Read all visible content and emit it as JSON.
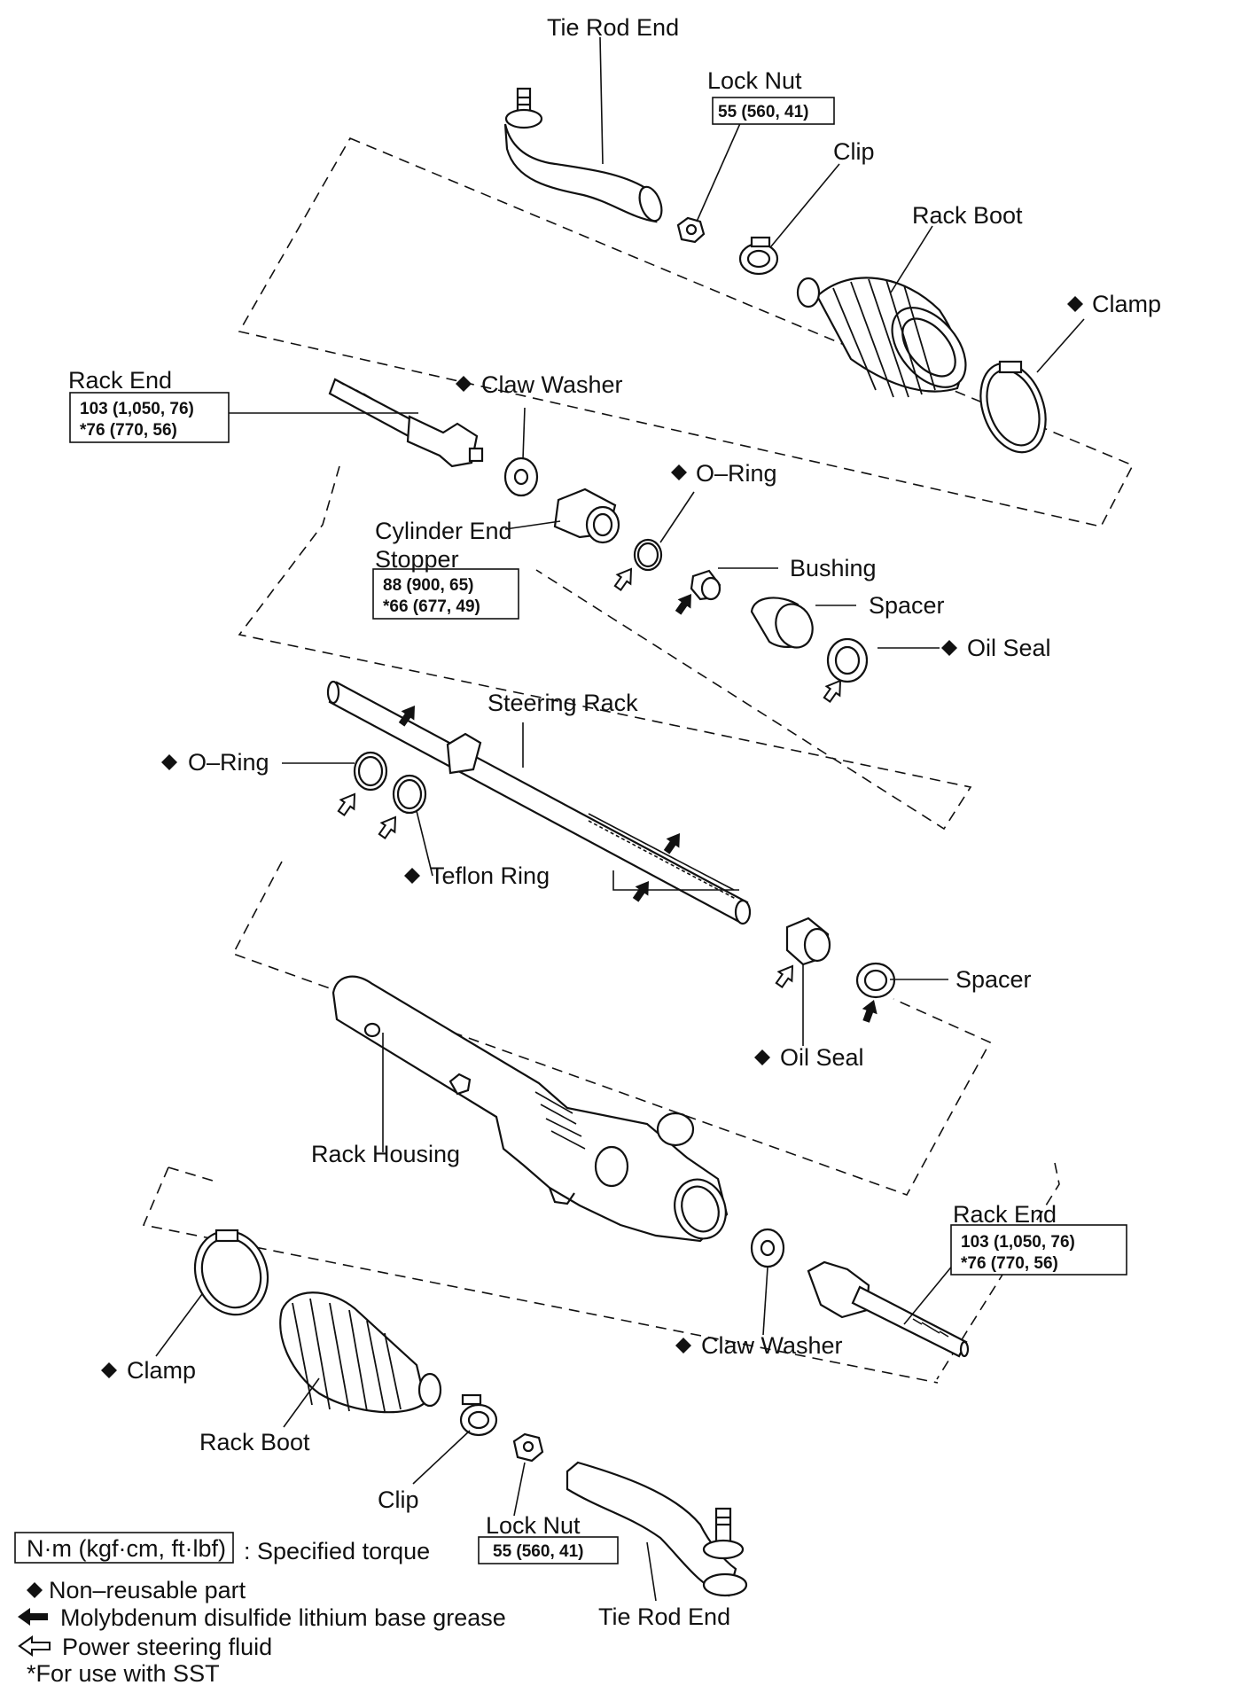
{
  "labels": {
    "tie_rod_end_top": "Tie Rod End",
    "lock_nut_top": "Lock Nut",
    "lock_nut_top_torque": "55 (560, 41)",
    "clip_top": "Clip",
    "rack_boot_top": "Rack Boot",
    "clamp_top": "Clamp",
    "rack_end_top": "Rack End",
    "rack_end_top_torque_1": "103 (1,050, 76)",
    "rack_end_top_torque_2": "*76 (770, 56)",
    "claw_washer_top": "Claw Washer",
    "o_ring_top": "O–Ring",
    "cylinder_end_stopper_1": "Cylinder End",
    "cylinder_end_stopper_2": "Stopper",
    "cylinder_torque_1": "88 (900, 65)",
    "cylinder_torque_2": "*66 (677, 49)",
    "bushing": "Bushing",
    "spacer_top": "Spacer",
    "oil_seal_top": "Oil Seal",
    "steering_rack": "Steering Rack",
    "o_ring_left": "O–Ring",
    "teflon_ring": "Teflon Ring",
    "spacer_mid": "Spacer",
    "oil_seal_mid": "Oil Seal",
    "rack_housing": "Rack Housing",
    "rack_end_bottom": "Rack End",
    "rack_end_bottom_torque_1": "103 (1,050, 76)",
    "rack_end_bottom_torque_2": "*76 (770, 56)",
    "claw_washer_bottom": "Claw Washer",
    "clamp_bottom": "Clamp",
    "rack_boot_bottom": "Rack Boot",
    "clip_bottom": "Clip",
    "lock_nut_bottom": "Lock Nut",
    "lock_nut_bottom_torque": "55 (560, 41)",
    "tie_rod_end_bottom": "Tie Rod End"
  },
  "legend": {
    "torque_units": "N·m (kgf·cm, ft·lbf)",
    "torque_desc": ": Specified torque",
    "non_reusable": "Non–reusable part",
    "grease": "Molybdenum disulfide lithium base grease",
    "fluid": "Power steering fluid",
    "sst": "*For use with SST"
  },
  "icons": {
    "non_reusable": "diamond-icon",
    "grease": "solid-arrow-icon",
    "fluid": "hollow-arrow-icon"
  }
}
